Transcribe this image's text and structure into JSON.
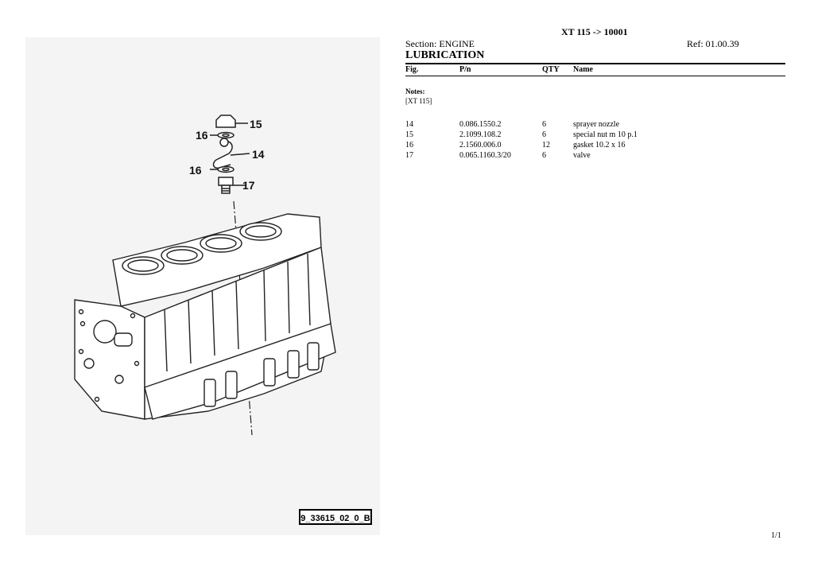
{
  "header": {
    "title": "XT 115 -> 10001",
    "section": "Section: ENGINE",
    "ref": "Ref: 01.00.39",
    "group_title": "LUBRICATION"
  },
  "table": {
    "columns": [
      "Fig.",
      "P/n",
      "QTY",
      "Name"
    ],
    "notes_label": "Notes:",
    "notes_text": "[XT 115]",
    "rows": [
      {
        "fig": "14",
        "pn": "0.086.1550.2",
        "qty": "6",
        "name": "sprayer nozzle"
      },
      {
        "fig": "15",
        "pn": "2.1099.108.2",
        "qty": "6",
        "name": "special nut m 10 p.1"
      },
      {
        "fig": "16",
        "pn": "2.1560.006.0",
        "qty": "12",
        "name": "gasket 10.2 x 16"
      },
      {
        "fig": "17",
        "pn": "0.065.1160.3/20",
        "qty": "6",
        "name": "valve"
      }
    ]
  },
  "drawing": {
    "callouts": [
      "16",
      "15",
      "14",
      "16",
      "17"
    ],
    "drawing_ref": "9_33615_02_0_B"
  },
  "footer": {
    "page": "1/1"
  }
}
